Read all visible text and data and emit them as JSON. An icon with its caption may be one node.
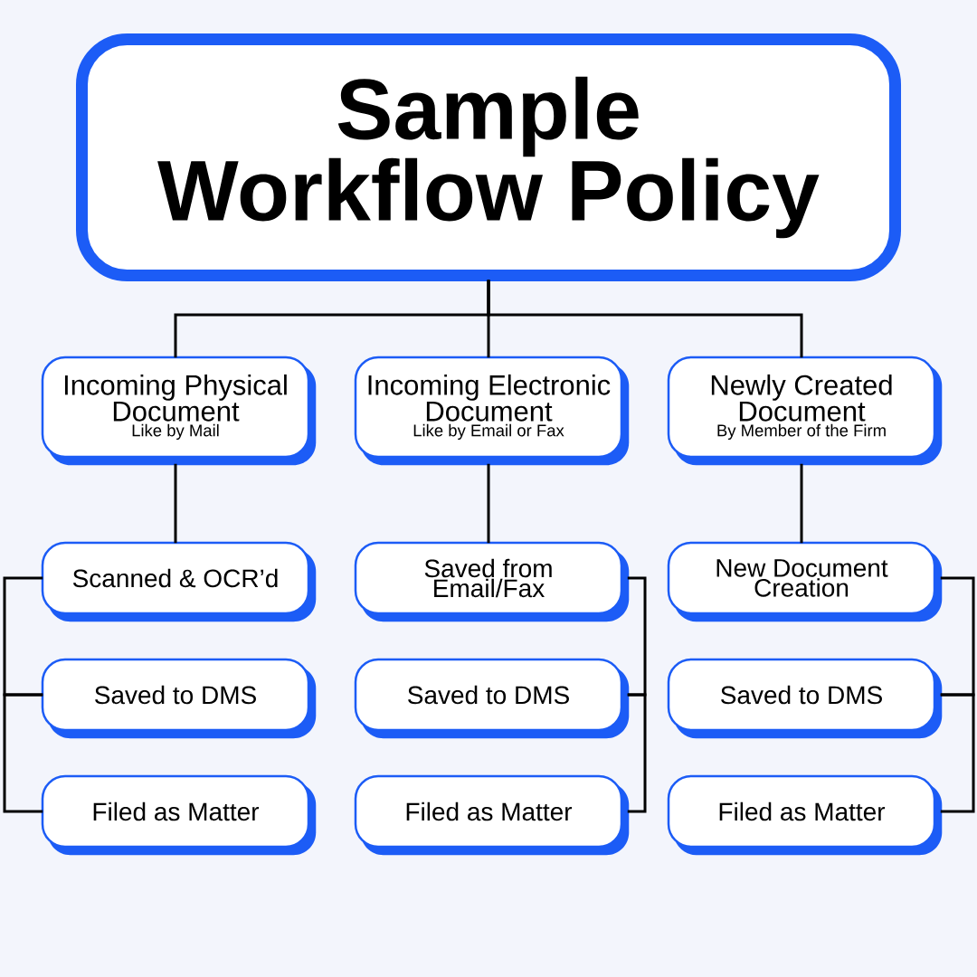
{
  "diagram": {
    "nodes": [
      {
        "text": [
          "Sample Workflow Policy"
        ]
      },
      {
        "text": [
          "Incoming Physical Document",
          "Like by Mail"
        ]
      },
      {
        "text": [
          "Incoming Electronic Document",
          "Like by Email or Fax"
        ]
      },
      {
        "text": [
          "Newly Created Document",
          "By Member of the Firm"
        ]
      },
      {
        "text": [
          "Scanned & OCR’d"
        ]
      },
      {
        "text": [
          "Saved from Email/Fax"
        ]
      },
      {
        "text": [
          "New Document Creation"
        ]
      },
      {
        "text": [
          "Saved to DMS"
        ]
      },
      {
        "text": [
          "Saved to DMS"
        ]
      },
      {
        "text": [
          "Saved to DMS"
        ]
      },
      {
        "text": [
          "Filed as Matter"
        ]
      },
      {
        "text": [
          "Filed as Matter"
        ]
      },
      {
        "text": [
          "Filed as Matter"
        ]
      }
    ],
    "edges": [
      {
        "from": 0,
        "to": 1,
        "arrow": "none"
      },
      {
        "from": 0,
        "to": 2,
        "arrow": "none"
      },
      {
        "from": 0,
        "to": 3,
        "arrow": "none"
      },
      {
        "from": 1,
        "to": 4,
        "arrow": "none"
      },
      {
        "from": 2,
        "to": 5,
        "arrow": "none"
      },
      {
        "from": 3,
        "to": 6,
        "arrow": "none"
      },
      {
        "from": 4,
        "to": 7,
        "arrow": "none"
      },
      {
        "from": 7,
        "to": 10,
        "arrow": "none"
      },
      {
        "from": 5,
        "to": 8,
        "arrow": "none"
      },
      {
        "from": 8,
        "to": 11,
        "arrow": "none"
      },
      {
        "from": 6,
        "to": 9,
        "arrow": "none"
      },
      {
        "from": 9,
        "to": 12,
        "arrow": "none"
      }
    ]
  }
}
